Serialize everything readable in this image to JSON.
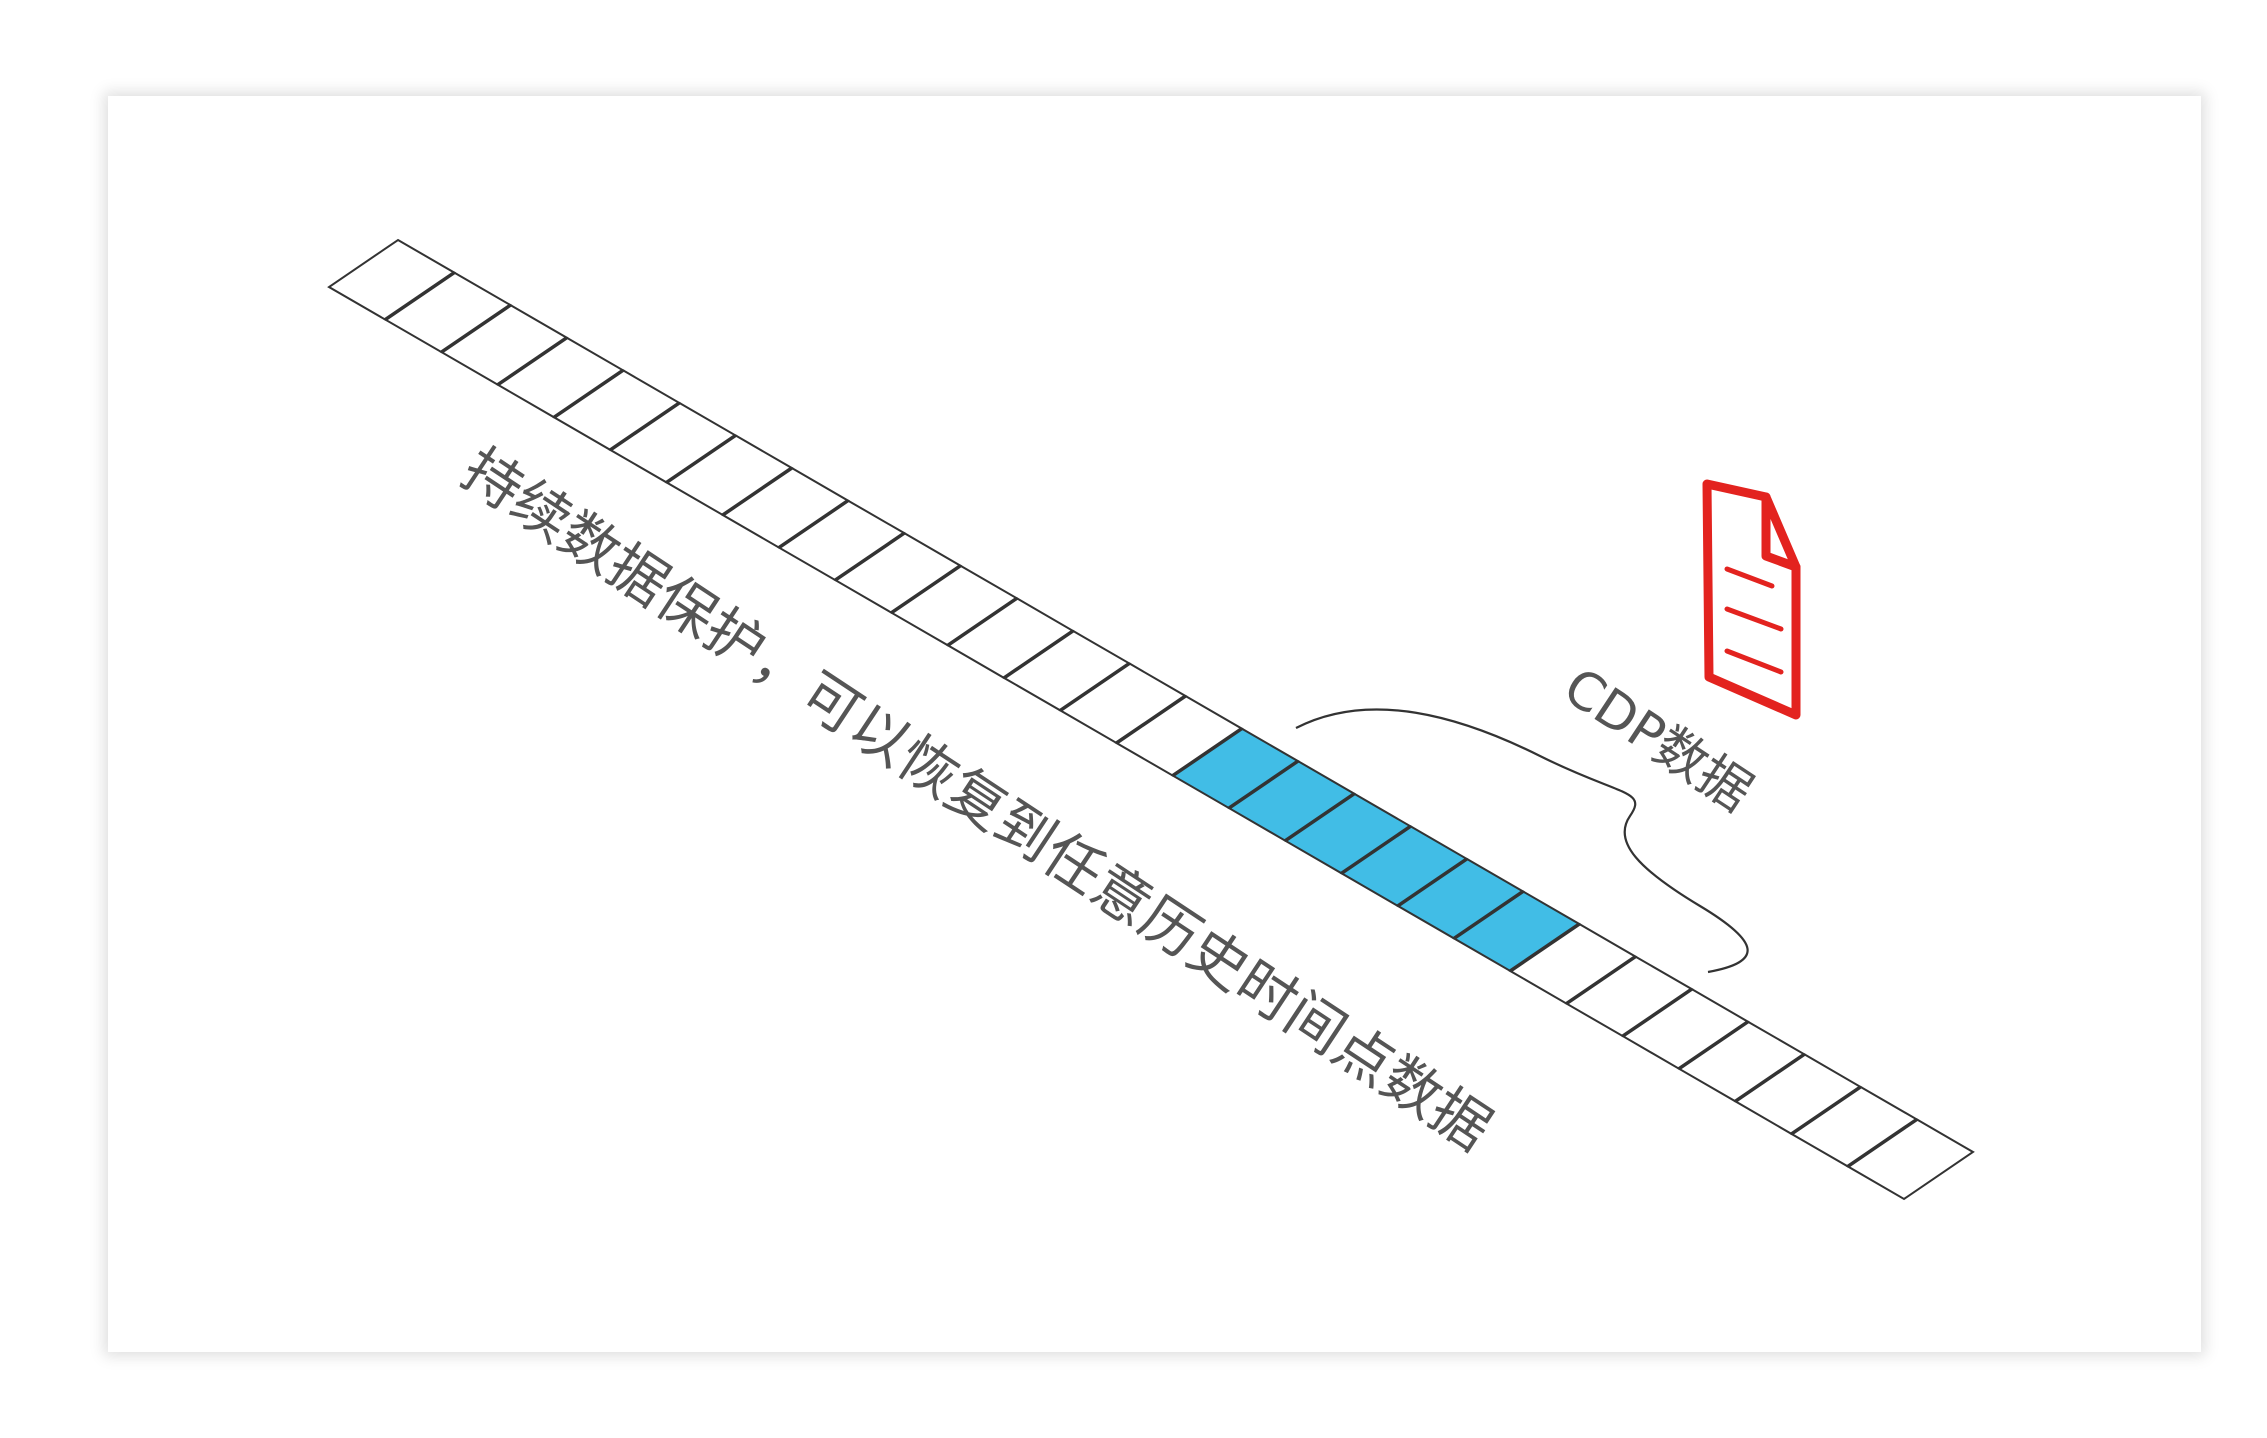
{
  "diagram": {
    "description_label": "持续数据保护，可以恢复到任意历史时间点数据",
    "cdp_label": "CDP数据",
    "timeline": {
      "total_cells": 28,
      "highlighted_range": [
        15,
        21
      ]
    },
    "colors": {
      "cell_fill": "#ffffff",
      "cell_stroke": "#333333",
      "highlight_fill": "#41BDE6",
      "brace_stroke": "#333333",
      "file_icon": "#E3231F",
      "text": "#555555"
    },
    "icons": {
      "document": "document-icon"
    }
  }
}
